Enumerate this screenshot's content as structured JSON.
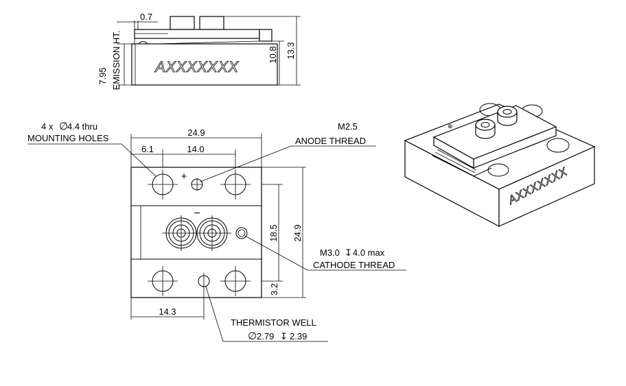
{
  "side_view": {
    "dim_top": "0.7",
    "dim_emission": "7.95",
    "emission_label": "EMISSION HT.",
    "dim_height_1": "10.8",
    "dim_height_2": "13.3",
    "brand": "AXXXXXXX"
  },
  "top_view": {
    "mounting_count": "4 x",
    "mounting_dia": "4.4 thru",
    "mounting_label": "MOUNTING HOLES",
    "dim_width": "24.9",
    "dim_6_1": "6.1",
    "dim_14_0": "14.0",
    "anode_thread": "M2.5",
    "anode_label": "ANODE THREAD",
    "plus_sign": "+",
    "minus_sign": "−",
    "dim_18_5": "18.5",
    "dim_24_9_v": "24.9",
    "cathode_thread": "M3.0",
    "cathode_depth": "4.0 max",
    "cathode_label": "CATHODE THREAD",
    "dim_3_2": "3.2",
    "dim_14_3": "14.3",
    "thermistor_label": "THERMISTOR WELL",
    "thermistor_dia": "2.79",
    "thermistor_depth": "2.39"
  },
  "iso_view": {
    "brand": "AXXXXXXX",
    "small_marking": "⊕"
  }
}
